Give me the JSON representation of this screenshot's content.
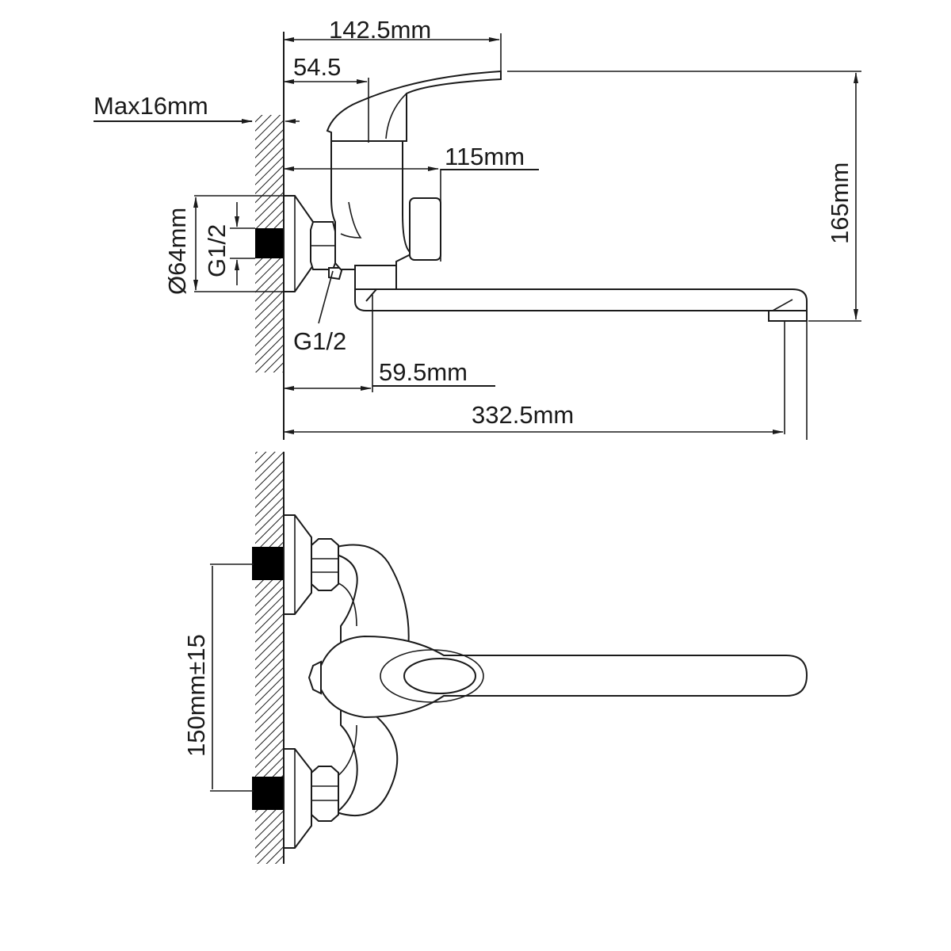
{
  "side_view": {
    "labels": {
      "overall_height_handle": "142.5mm",
      "handle_pivot": "54.5",
      "wall_max": "Max16mm",
      "body_depth": "115mm",
      "flange_diameter": "Ø64mm",
      "inlet_thread": "G1/2",
      "eccentric_thread": "G1/2",
      "spout_offset": "59.5mm",
      "spout_reach": "332.5mm",
      "height": "165mm"
    }
  },
  "front_view": {
    "labels": {
      "inlet_spacing": "150mm±15"
    }
  },
  "colors": {
    "line": "#1a1a1a",
    "fill": "#000000",
    "background": "#ffffff"
  }
}
